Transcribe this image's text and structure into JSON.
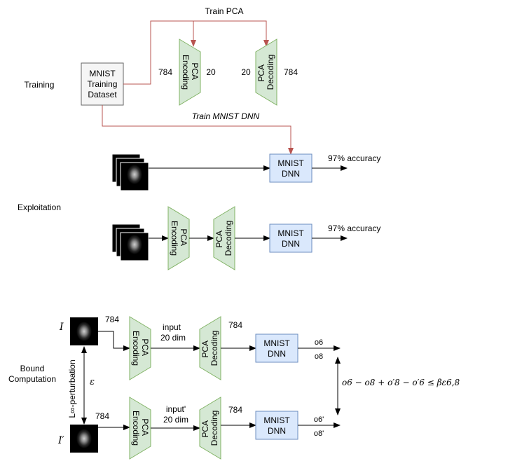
{
  "sections": {
    "training": "Training",
    "exploitation": "Exploitation",
    "bound_line1": "Bound",
    "bound_line2": "Computation"
  },
  "training": {
    "dataset_line1": "MNIST",
    "dataset_line2": "Training",
    "dataset_line3": "Dataset",
    "train_pca": "Train PCA",
    "train_dnn": "Train MNIST DNN",
    "enc_in": "784",
    "enc_out": "20",
    "dec_in": "20",
    "dec_out": "784"
  },
  "blocks": {
    "pca_line1": "PCA",
    "encoding": "Encoding",
    "decoding": "Decoding",
    "dnn_line1": "MNIST",
    "dnn_line2": "DNN"
  },
  "exploitation": {
    "accuracy_top": "97% accuracy",
    "accuracy_bottom": "97% accuracy"
  },
  "bound": {
    "image_top": "I",
    "image_bottom": "I′",
    "dim_top": "784",
    "dim_bottom": "784",
    "dec_out_top": "784",
    "dec_out_bottom": "784",
    "input_top_1": "input",
    "input_top_2": "20 dim",
    "input_bottom_1": "input'",
    "input_bottom_2": "20 dim",
    "out_top_1": "o6",
    "out_top_2": "o8",
    "out_bottom_1": "o6'",
    "out_bottom_2": "o8'",
    "perturbation": "L∞-perturbation",
    "epsilon": "ε",
    "formula": "o6 − o8 + o′8 − o′6 ≤ βε6,8"
  },
  "colors": {
    "pca_fill": "#d5e8d4",
    "pca_stroke": "#82b366",
    "dnn_fill": "#dae8fc",
    "dnn_stroke": "#6c8ebf",
    "dataset_fill": "#f5f5f5",
    "train_arrow": "#b85450"
  }
}
